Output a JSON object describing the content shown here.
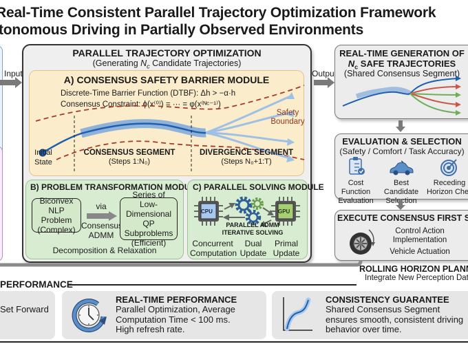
{
  "title": {
    "line1": "Real-Time Consistent Parallel Trajectory Optimization Framework",
    "line2": "tonomous Driving in Partially Observed Environments"
  },
  "flow": {
    "input_label": "Input",
    "output_label": "Output"
  },
  "main_panel": {
    "title": "PARALLEL TRAJECTORY OPTIMIZATION",
    "subtitle_prefix": "(Generating ",
    "subtitle_var": "N",
    "subtitle_sub": "c",
    "subtitle_suffix": " Candidate Trajectories)"
  },
  "module_a": {
    "title": "A) CONSENSUS SAFETY BARRIER MODULE",
    "dtbf_line": "Discrete-Time Barrier Function (DTBF): Δh > −α·h",
    "constraint_line": "Consensus Constraint: ϕ(x⁽⁰⁾) = ··· = φ(x⁽ᴺᶜ⁻¹⁾)",
    "initial_state": [
      "Initial",
      "State"
    ],
    "safety_boundary": [
      "Safety",
      "Boundary"
    ],
    "consensus_segment": "CONSENSUS SEGMENT",
    "consensus_steps": "(Steps 1:N₀)",
    "divergence_segment": "DIVERGENCE SEGMENT",
    "divergence_steps": "(Steps N₀+1:T)",
    "colors": {
      "trajectory": "#1f5fae",
      "band": "#7aa8dc",
      "boundary": "#a33a2a",
      "candidates": "#9cc0e6"
    }
  },
  "module_b": {
    "title": "B) PROBLEM TRANSFORMATION MODULE",
    "left_box": [
      "Biconvex",
      "NLP Problem",
      "(Complex)"
    ],
    "arrow_top": "via",
    "arrow_bottom": [
      "Consensus",
      "ADMM"
    ],
    "right_box": [
      "Series of",
      "Low-Dimensional",
      "QP Subproblems",
      "(Efficient)"
    ],
    "footer": "Decomposition & Relaxation"
  },
  "module_c": {
    "title": "C) PARALLEL SOLVING MODULE",
    "cpu_label": "CPU",
    "gpu_label": "GPU",
    "center_caption": [
      "PARALLEL ADMM",
      "ITERATIVE SOLVING"
    ],
    "captions": [
      [
        "Concurrent",
        "Computation"
      ],
      [
        "Dual",
        "Update"
      ],
      [
        "Primal",
        "Update"
      ]
    ]
  },
  "generation_panel": {
    "title_line1": "REAL-TIME GENERATION OF",
    "title_var": "N",
    "title_sub": "c",
    "title_line2_suffix": " SAFE TRAJECTORIES",
    "subtitle": "(Shared Consensus Segment)",
    "colors": [
      "#1f5fae",
      "#c9574a",
      "#6fae5c",
      "#c9574a",
      "#6fae5c"
    ]
  },
  "evaluation_panel": {
    "title": "EVALUATION & SELECTION",
    "subtitle": "(Safety / Comfort / Task Accuracy)",
    "items": [
      {
        "icon": "clipboard-check-icon",
        "label": [
          "Cost Function",
          "Evaluation"
        ]
      },
      {
        "icon": "car-icon",
        "label": [
          "Best Candidate",
          "Selection"
        ]
      },
      {
        "icon": "target-icon",
        "label": [
          "Receding",
          "Horizon Chec"
        ]
      }
    ]
  },
  "execute_panel": {
    "title": "EXECUTE CONSENSUS FIRST STE",
    "line1": [
      "Control Action",
      "Implementation"
    ],
    "line2": "Vehicle Actuation"
  },
  "rolling": {
    "title": "ROLLING HORIZON PLANNING",
    "subtitle": "Integrate New Perception Data"
  },
  "performance": {
    "heading": "PERFORMANCE",
    "cards": [
      {
        "body": "Set Forward"
      },
      {
        "title": "REAL-TIME PERFORMANCE",
        "body": [
          "Parallel Optimization, Average",
          "Computation Time < 100 ms.",
          "High refresh rate."
        ]
      },
      {
        "title": "CONSISTENCY GUARANTEE",
        "body": [
          "Shared Consensus Segment",
          "ensures smooth, consistent driving",
          "behavior over time."
        ]
      }
    ]
  }
}
